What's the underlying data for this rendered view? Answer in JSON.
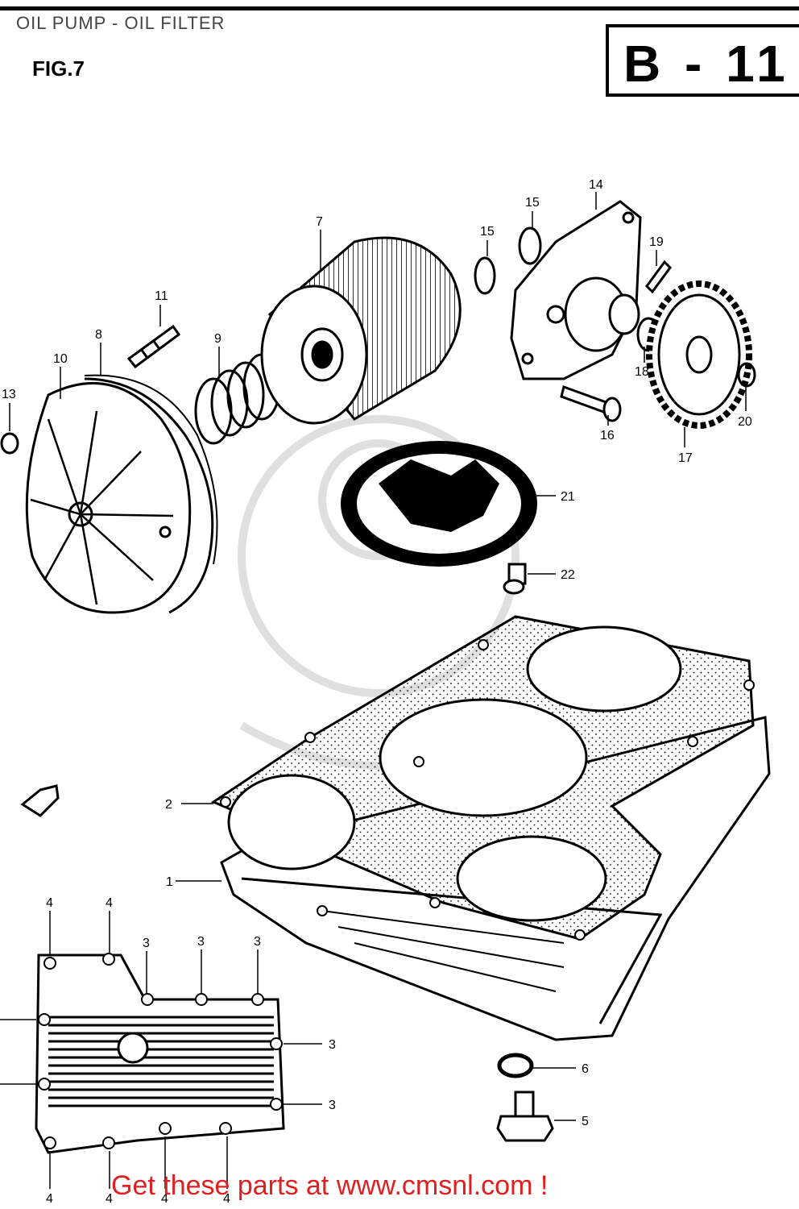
{
  "header": {
    "title": "OIL PUMP - OIL FILTER",
    "figure": "FIG.7",
    "code": "B - 11"
  },
  "callouts": {
    "c1": "1",
    "c2": "2",
    "c3": "3",
    "c4": "4",
    "c5": "5",
    "c6": "6",
    "c7": "7",
    "c8": "8",
    "c9": "9",
    "c10": "10",
    "c11": "11",
    "c13": "13",
    "c14": "14",
    "c15": "15",
    "c16": "16",
    "c17": "17",
    "c18": "18",
    "c19": "19",
    "c20": "20",
    "c21": "21",
    "c22": "22"
  },
  "footer": {
    "text": "Get these parts at www.cmsnl.com !"
  },
  "colors": {
    "line": "#000000",
    "footer_text": "#e02020",
    "background": "#ffffff"
  }
}
